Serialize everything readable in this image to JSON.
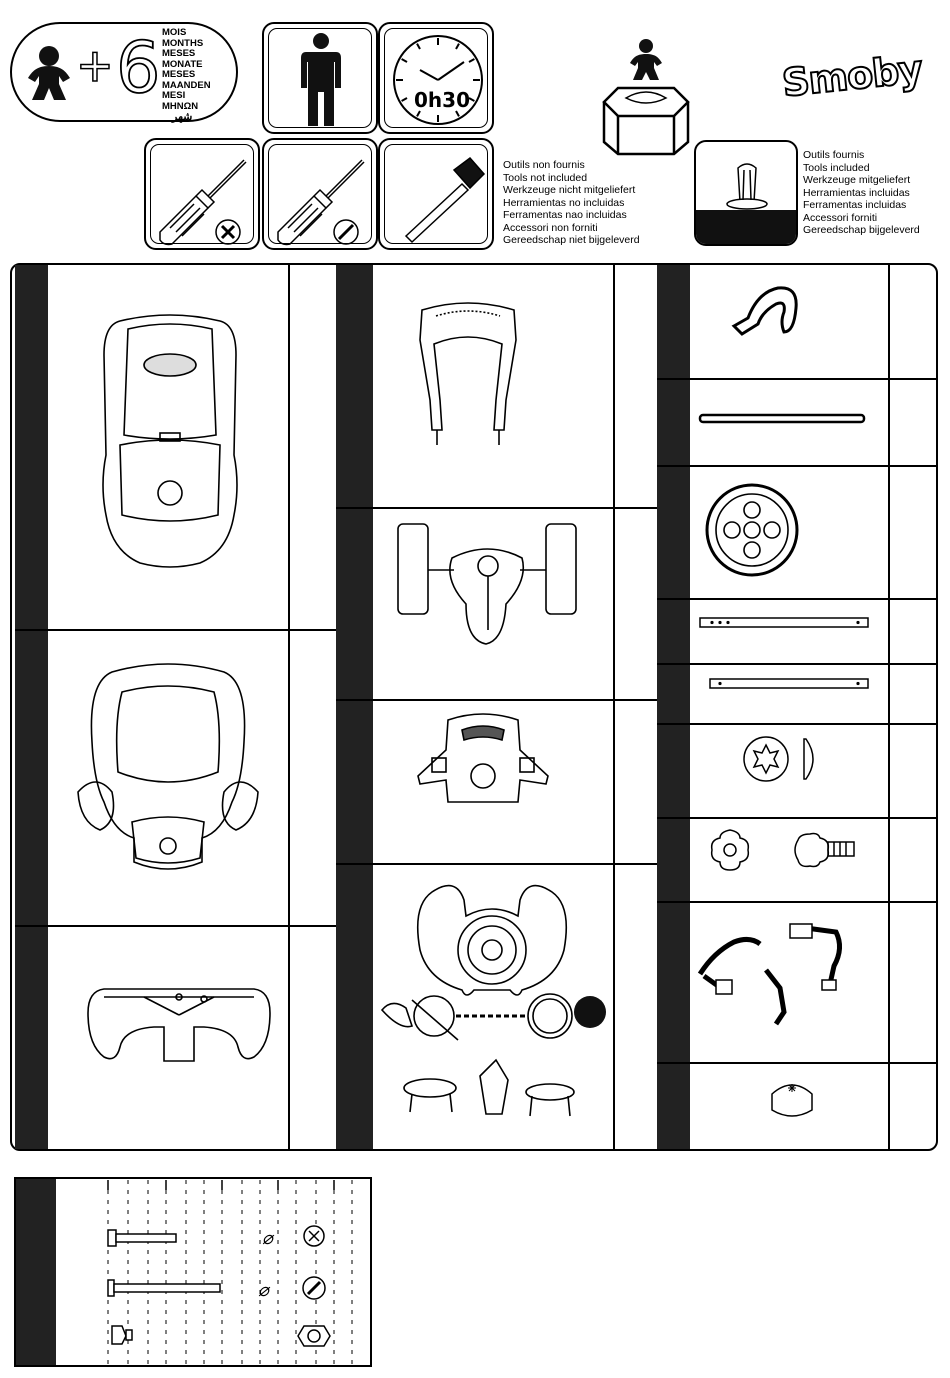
{
  "age": {
    "plus_label": "+",
    "value": "6",
    "unit_words": [
      "MOIS",
      "MONTHS",
      "MESES",
      "MONATE",
      "MESES",
      "MAANDEN",
      "MESI",
      "ΜΗΝΩΝ",
      "شهر"
    ]
  },
  "assembly_time": "0h30",
  "tools_not_included": [
    "Outils non  fournis",
    "Tools not included",
    "Werkzeuge nicht mitgeliefert",
    "Herramientas no incluidas",
    "Ferramentas nao incluidas",
    "Accessori non forniti",
    "Gereedschap niet bijgeleverd"
  ],
  "tools_included": [
    "Outils fournis",
    "Tools included",
    "Werkzeuge  mitgeliefert",
    "Herramientas incluidas",
    "Ferramentas  incluidas",
    "Accessori forniti",
    "Gereedschap bijgeleverd"
  ],
  "brand": "Smoby",
  "icons": {
    "child": "child-figure-icon",
    "adult": "adult-figure-icon",
    "clock": "clock-icon",
    "phillips": "phillips-screwdriver-icon",
    "flat": "flat-screwdriver-icon",
    "hammer": "hammer-icon",
    "tool": "tool-included-icon"
  },
  "parts_columns": [
    {
      "parts": [
        "car-body-part",
        "seat-part",
        "footrest-part"
      ]
    },
    {
      "parts": [
        "push-handle-part",
        "front-axle-part",
        "dashboard-part",
        "steering-wheel-part"
      ]
    },
    {
      "parts": [
        "hook-part",
        "axle-rod-part",
        "wheel-part",
        "long-bar-part",
        "short-bar-part",
        "cap-part",
        "knob-part",
        "harness-strap-part",
        "horn-button-part"
      ]
    }
  ],
  "hardware_symbols": [
    "⌀",
    "⌀"
  ]
}
